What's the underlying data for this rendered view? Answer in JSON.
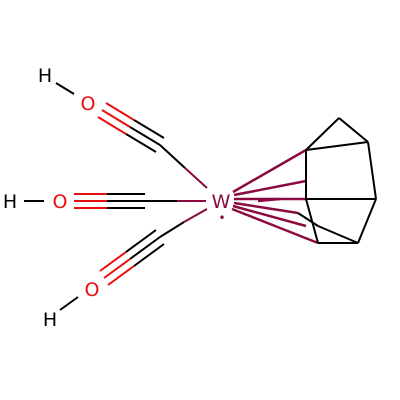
{
  "molecule": {
    "atoms": {
      "tungsten": "W",
      "oxygen_top": "O",
      "hydrogen_top": "H",
      "oxygen_mid": "O",
      "hydrogen_mid": "H",
      "oxygen_bottom": "O",
      "hydrogen_bottom": "H",
      "radical": "•"
    },
    "colors": {
      "tungsten": "#8b0a3f",
      "oxygen": "#e8100e",
      "hydrogen": "#000000",
      "carbon_bond": "#000000"
    }
  }
}
